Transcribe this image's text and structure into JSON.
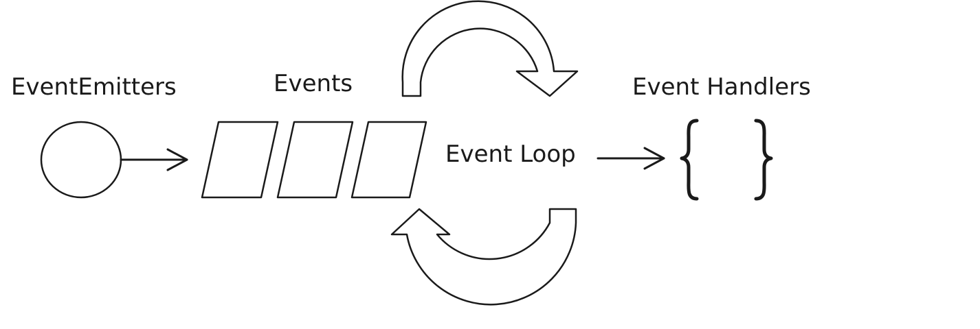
{
  "labels": {
    "emitters": "EventEmitters",
    "events": "Events",
    "handlers": "Event Handlers",
    "loop": "Event Loop"
  }
}
